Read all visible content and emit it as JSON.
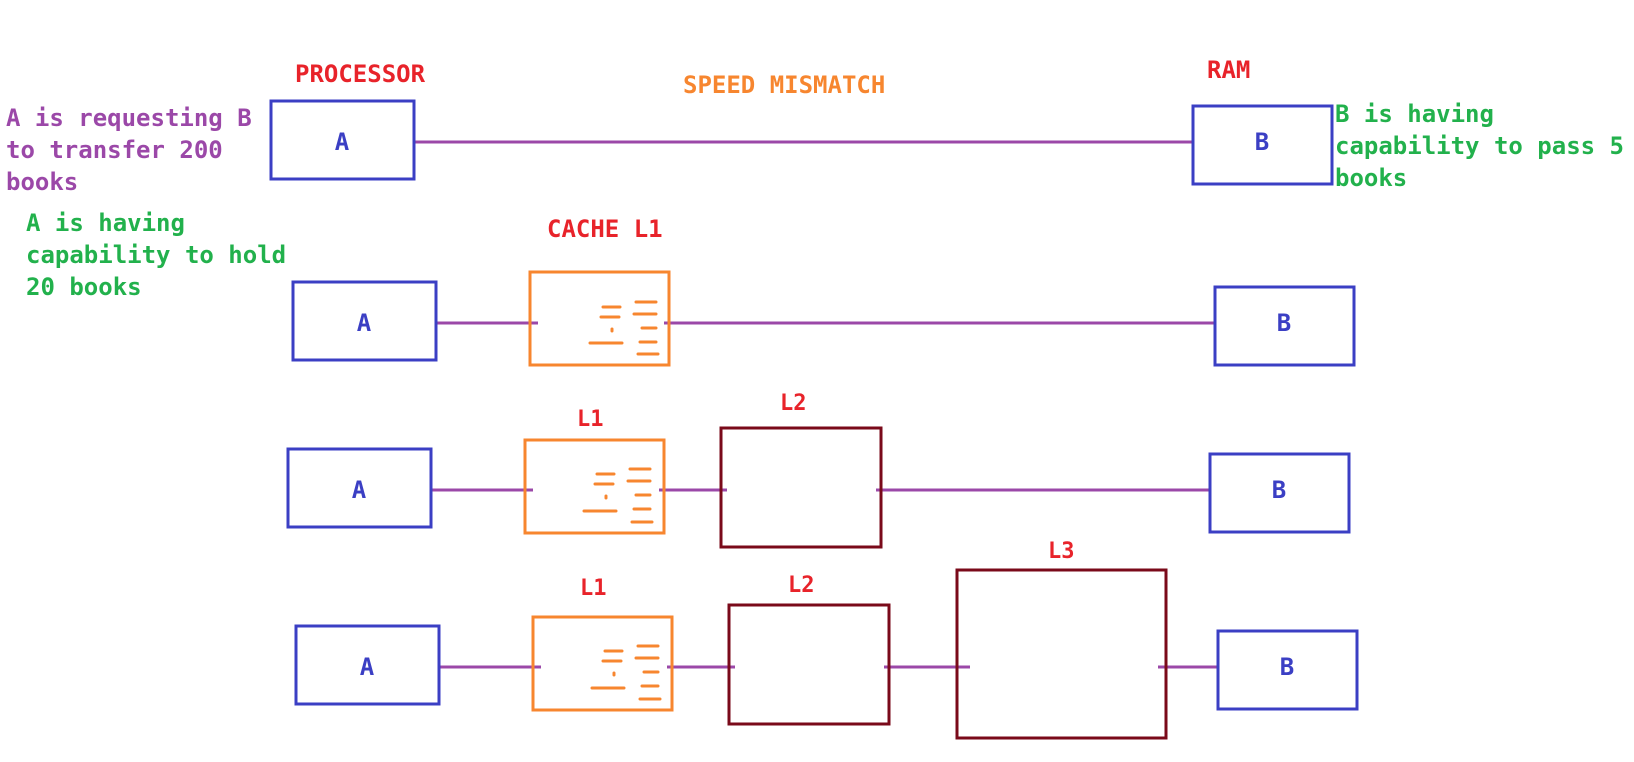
{
  "colors": {
    "box": "#3b3fc4",
    "line": "#9b48a8",
    "red": "#e8232a",
    "orange": "#f7862f",
    "green": "#22b14c",
    "purple": "#9b48a8",
    "darkred": "#7a0a1a"
  },
  "top": {
    "processor_label": "PROCESSOR",
    "ram_label": "RAM",
    "title": "SPEED MISMATCH",
    "box_a": "A",
    "box_b": "B"
  },
  "notes": {
    "a_request": "A is requesting B\nto transfer 200\nbooks",
    "b_capability": "B is having\ncapability to pass 5\nbooks",
    "a_capability": "A is having\ncapability to hold\n20 books"
  },
  "row1": {
    "cache_label": "CACHE L1",
    "box_a": "A",
    "box_b": "B"
  },
  "row2": {
    "l1_label": "L1",
    "l2_label": "L2",
    "box_a": "A",
    "box_b": "B"
  },
  "row3": {
    "l1_label": "L1",
    "l2_label": "L2",
    "l3_label": "L3",
    "box_a": "A",
    "box_b": "B"
  }
}
